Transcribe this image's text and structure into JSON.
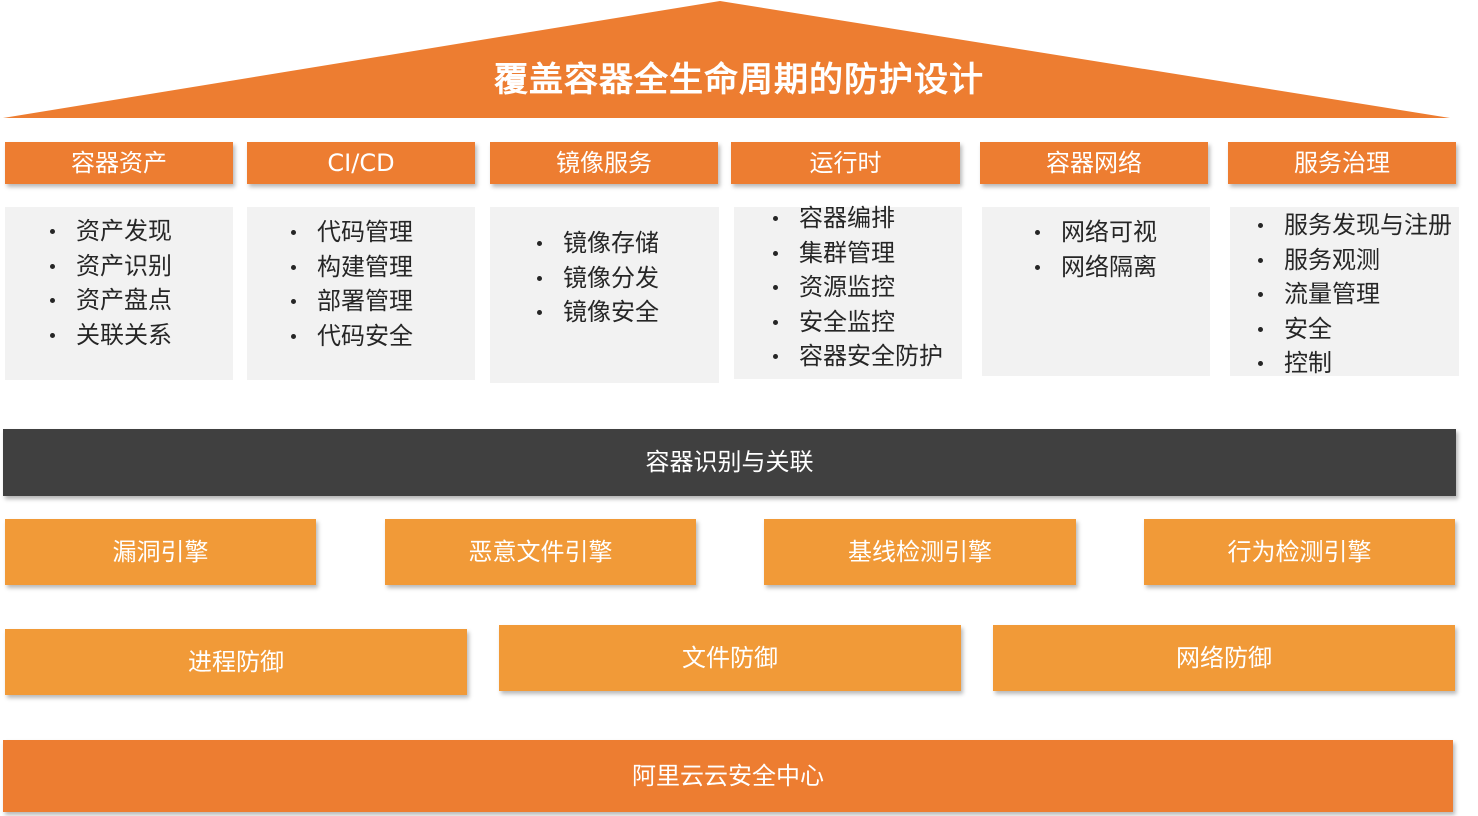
{
  "title": "覆盖容器全生命周期的防护设计",
  "columns": [
    {
      "header": "容器资产",
      "items": [
        "资产发现",
        "资产识别",
        "资产盘点",
        "关联关系"
      ]
    },
    {
      "header": "CI/CD",
      "items": [
        "代码管理",
        "构建管理",
        "部署管理",
        "代码安全"
      ]
    },
    {
      "header": "镜像服务",
      "items": [
        "镜像存储",
        "镜像分发",
        "镜像安全"
      ]
    },
    {
      "header": "运行时",
      "items": [
        "容器编排",
        "集群管理",
        "资源监控",
        "安全监控",
        "容器安全防护"
      ]
    },
    {
      "header": "容器网络",
      "items": [
        "网络可视",
        "网络隔离"
      ]
    },
    {
      "header": "服务治理",
      "items": [
        "服务发现与注册",
        "服务观测",
        "流量管理",
        "安全",
        "控制"
      ]
    }
  ],
  "correlation_bar": "容器识别与关联",
  "engines": [
    "漏洞引擎",
    "恶意文件引擎",
    "基线检测引擎",
    "行为检测引擎"
  ],
  "defenses": [
    "进程防御",
    "文件防御",
    "网络防御"
  ],
  "foundation": "阿里云云安全中心",
  "colors": {
    "orange_dark": "#ED7D31",
    "orange_light": "#F19A38",
    "gray_box": "#F2F2F2",
    "dark_bar": "#404040"
  }
}
